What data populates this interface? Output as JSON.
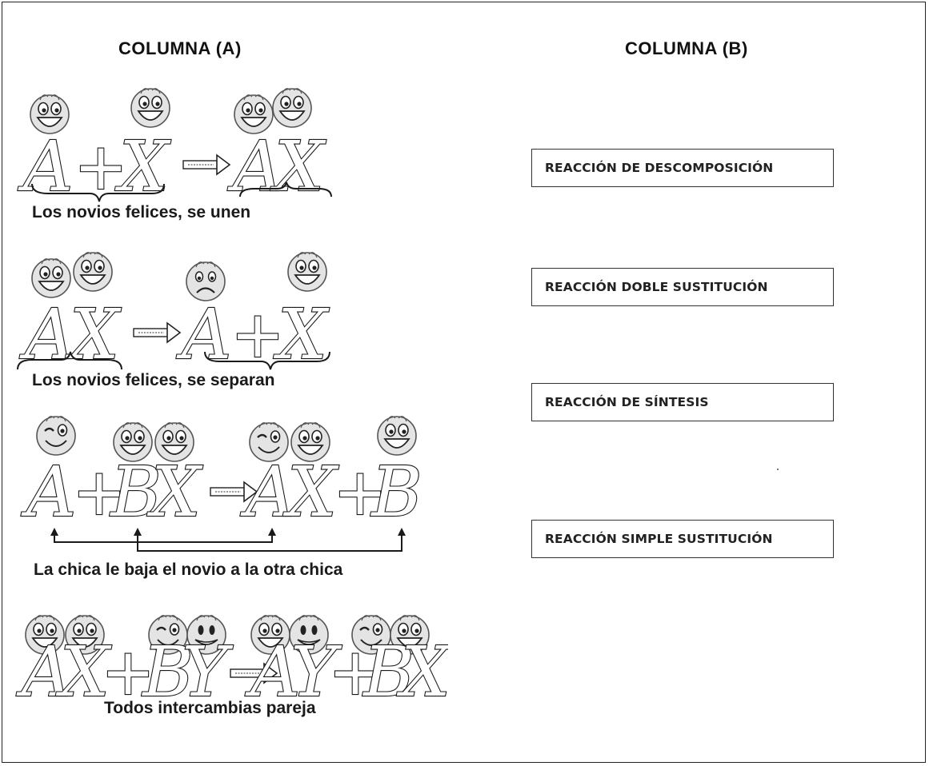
{
  "column_a": {
    "heading": "COLUMNA (A)",
    "diagrams": [
      {
        "id": "union",
        "equation": "A+X→AX",
        "caption": "Los novios felices, se unen",
        "tokens": [
          "A",
          "+",
          "X",
          "→",
          "A",
          "X"
        ],
        "faces": [
          "smiling-face-icon",
          "smiling-face-icon",
          "smiling-face-icon",
          "smiling-face-icon"
        ]
      },
      {
        "id": "separation",
        "equation": "AX→A+X",
        "caption": "Los novios felices, se separan",
        "tokens": [
          "A",
          "X",
          "→",
          "A",
          "+",
          "X"
        ],
        "faces": [
          "smiling-face-icon",
          "smiling-face-icon",
          "sad-face-icon",
          "smiling-face-icon"
        ]
      },
      {
        "id": "single-displacement",
        "equation": "A+BX→AX+B",
        "caption": "La chica le baja el novio a la otra chica",
        "tokens": [
          "A",
          "+",
          "B",
          "X",
          "→",
          "A",
          "X",
          "+",
          "B"
        ],
        "faces": [
          "winking-face-icon",
          "smiling-face-icon",
          "smiling-face-icon",
          "winking-face-icon",
          "smiling-face-icon",
          "smiling-face-icon"
        ]
      },
      {
        "id": "double-displacement",
        "equation": "AX+BY→AY+BX",
        "caption": "Todos intercambias pareja",
        "tokens": [
          "A",
          "X",
          "+",
          "B",
          "Y",
          "→",
          "A",
          "Y",
          "+",
          "B",
          "X"
        ],
        "faces": [
          "smiling-face-icon",
          "smiling-face-icon",
          "winking-face-icon",
          "plain-face-icon",
          "smiling-face-icon",
          "plain-face-icon",
          "winking-face-icon",
          "smiling-face-icon"
        ]
      }
    ]
  },
  "column_b": {
    "heading": "COLUMNA (B)",
    "boxes": [
      "REACCIÓN DE DESCOMPOSICIÓN",
      "REACCIÓN DOBLE SUSTITUCIÓN",
      "REACCIÓN DE SÍNTESIS",
      "REACCIÓN SIMPLE SUSTITUCIÓN"
    ]
  },
  "colors": {
    "text": "#1a1a1a",
    "face_fill": "#e4e4e4",
    "face_stroke": "#555555",
    "border": "#222222"
  }
}
